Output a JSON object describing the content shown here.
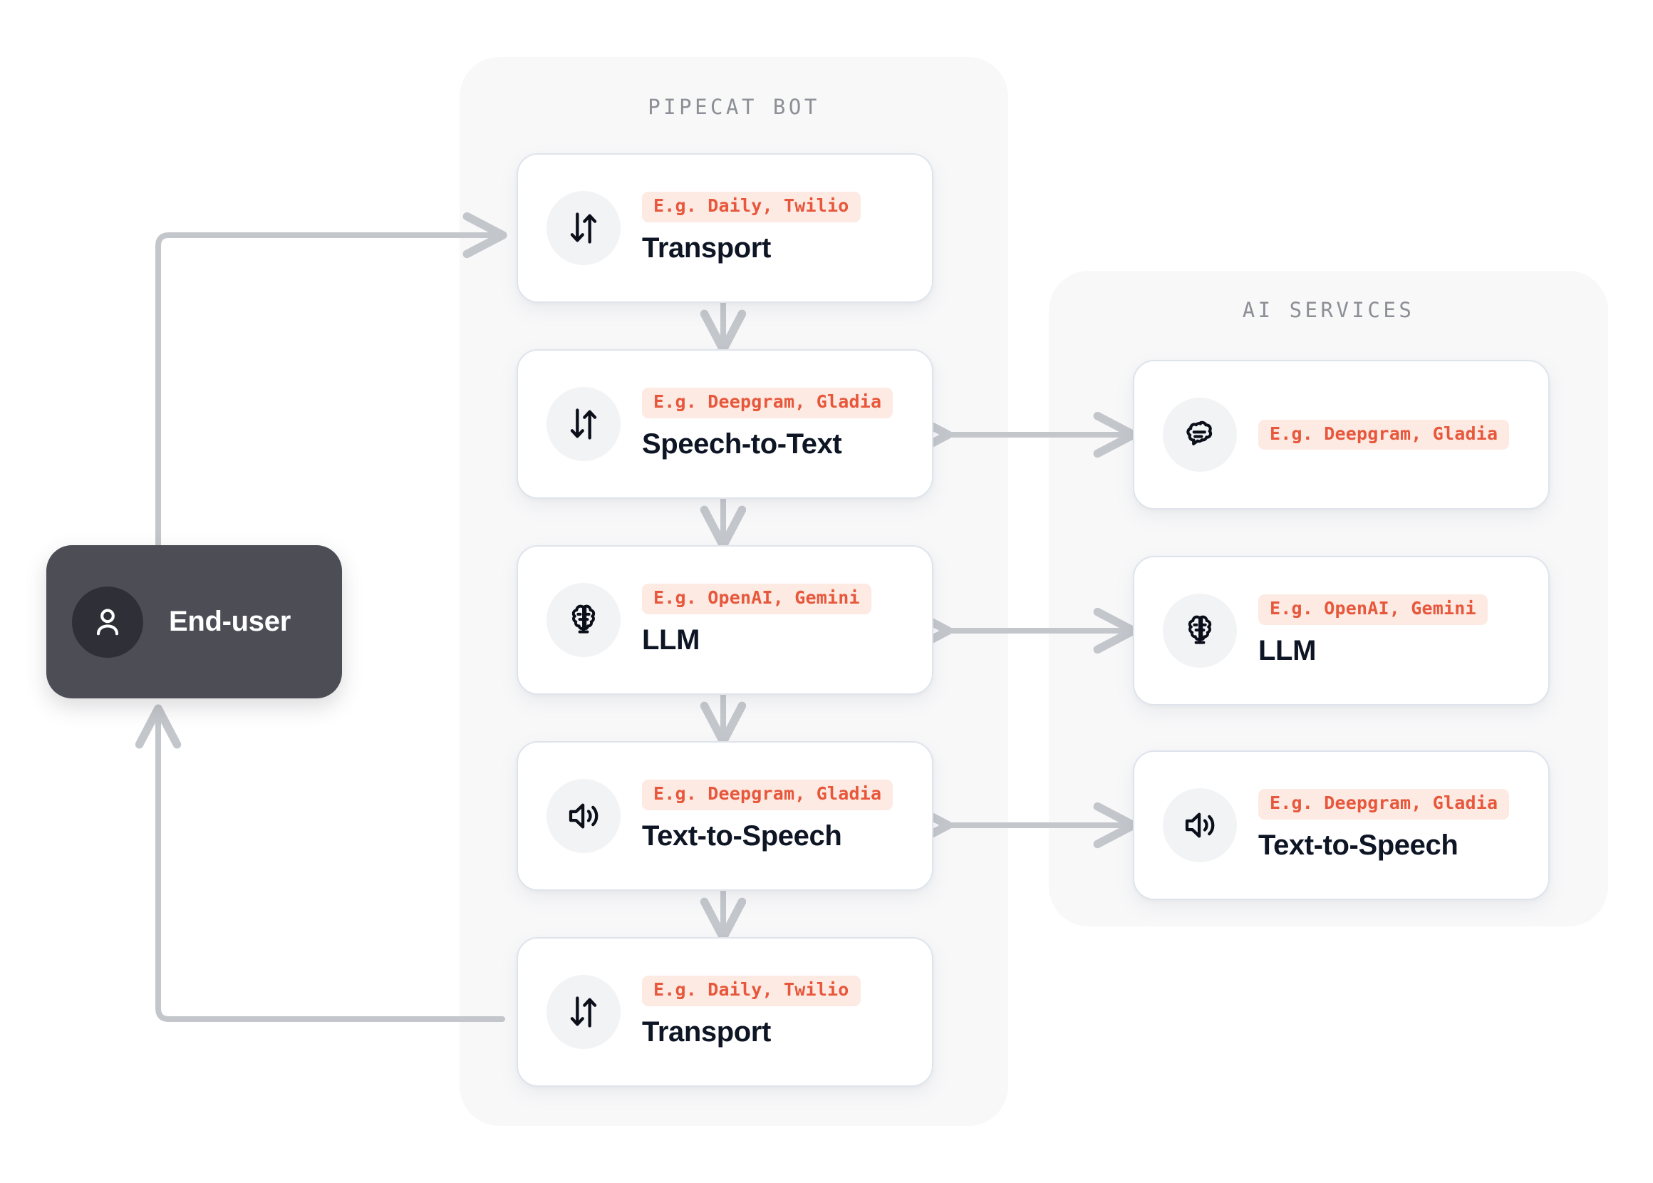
{
  "diagram": {
    "title": "Pipecat bot voice pipeline",
    "colors": {
      "panel_bg": "#f8f8f9",
      "card_bg": "#ffffff",
      "card_border": "#dfe4ec",
      "tag_bg": "#fdeae3",
      "tag_text": "#e7573b",
      "title_text": "#0e1524",
      "panel_label": "#8c8f95",
      "connector": "#c3c6cb",
      "enduser_bg": "#4c4d55",
      "enduser_avatar_bg": "#2f3037",
      "icon_badge_bg": "#f2f3f5"
    }
  },
  "end_user": {
    "label": "End-user",
    "icon": "person-icon"
  },
  "pipecat_panel": {
    "title": "PIPECAT BOT",
    "cards": [
      {
        "id": "transport-in",
        "icon": "transfer-down-up-icon",
        "tag": "E.g. Daily, Twilio",
        "title": "Transport"
      },
      {
        "id": "speech-to-text",
        "icon": "transfer-down-up-icon",
        "tag": "E.g. Deepgram, Gladia",
        "title": "Speech-to-Text"
      },
      {
        "id": "llm",
        "icon": "brain-icon",
        "tag": "E.g. OpenAI, Gemini",
        "title": "LLM"
      },
      {
        "id": "text-to-speech",
        "icon": "speaker-icon",
        "tag": "E.g. Deepgram, Gladia",
        "title": "Text-to-Speech"
      },
      {
        "id": "transport-out",
        "icon": "transfer-down-up-icon",
        "tag": "E.g. Daily, Twilio",
        "title": "Transport"
      }
    ]
  },
  "ai_services_panel": {
    "title": "AI SERVICES",
    "cards": [
      {
        "id": "ai-stt",
        "icon": "speech-bubble-icon",
        "tag": "E.g. Deepgram, Gladia",
        "title": ""
      },
      {
        "id": "ai-llm",
        "icon": "brain-icon",
        "tag": "E.g. OpenAI, Gemini",
        "title": "LLM"
      },
      {
        "id": "ai-tts",
        "icon": "speaker-icon",
        "tag": "E.g. Deepgram, Gladia",
        "title": "Text-to-Speech"
      }
    ]
  }
}
